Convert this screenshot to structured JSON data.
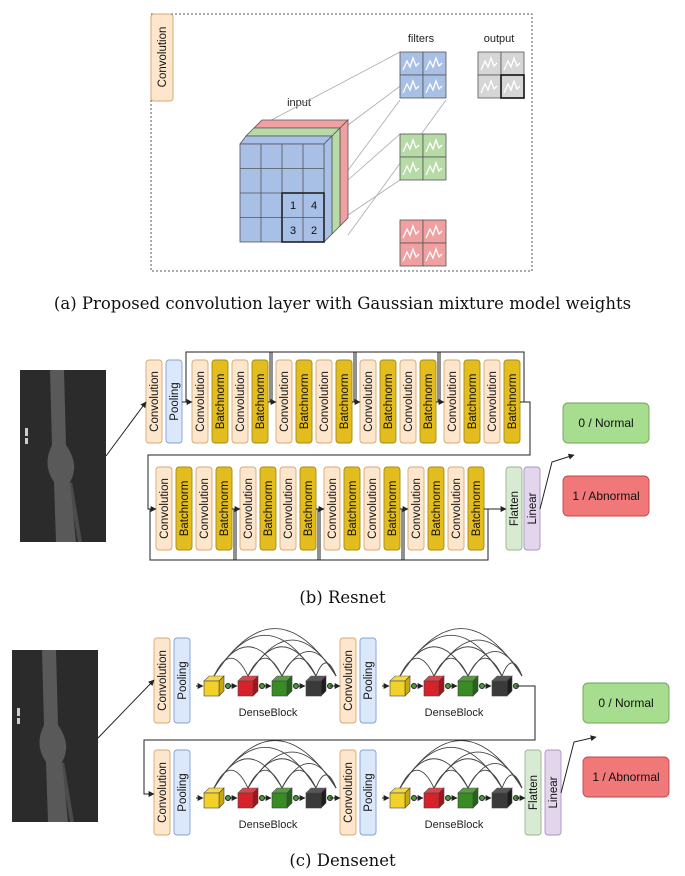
{
  "panel_a": {
    "caption": "(a) Proposed convolution layer with Gaussian mixture model weights",
    "legend_label": "Convolution",
    "input_label": "input",
    "filters_label": "filters",
    "output_label": "output",
    "cell_numbers": [
      "1",
      "4",
      "3",
      "2"
    ]
  },
  "panel_b": {
    "caption": "(b) Resnet",
    "conv_label": "Convolution",
    "pool_label": "Pooling",
    "batchnorm_label": "Batchnorm",
    "flatten_label": "Flatten",
    "linear_label": "Linear",
    "output_normal": "0 / Normal",
    "output_abnormal": "1 / Abnormal"
  },
  "panel_c": {
    "caption": "(c) Densenet",
    "conv_label": "Convolution",
    "pool_label": "Pooling",
    "denseblock_label": "DenseBlock",
    "flatten_label": "Flatten",
    "linear_label": "Linear",
    "output_normal": "0 / Normal",
    "output_abnormal": "1 / Abnormal"
  },
  "colors": {
    "conv_fill": "#fde6cc",
    "conv_stroke": "#d9a872",
    "pool_fill": "#dbe8fb",
    "pool_stroke": "#7f9fd6",
    "batchnorm_fill": "#e3bd1f",
    "batchnorm_stroke": "#a98a10",
    "flatten_fill": "#d8ead2",
    "flatten_stroke": "#93b887",
    "linear_fill": "#e2d5ec",
    "linear_stroke": "#a995c2",
    "normal_fill": "#a6dd8e",
    "normal_stroke": "#6da655",
    "abnormal_fill": "#f07878",
    "abnormal_stroke": "#c24646",
    "cube_front": "#a8bfe6",
    "cube_green": "#b7dba7",
    "cube_red": "#f0a0a0",
    "output_cell": "#d6d6d6"
  }
}
